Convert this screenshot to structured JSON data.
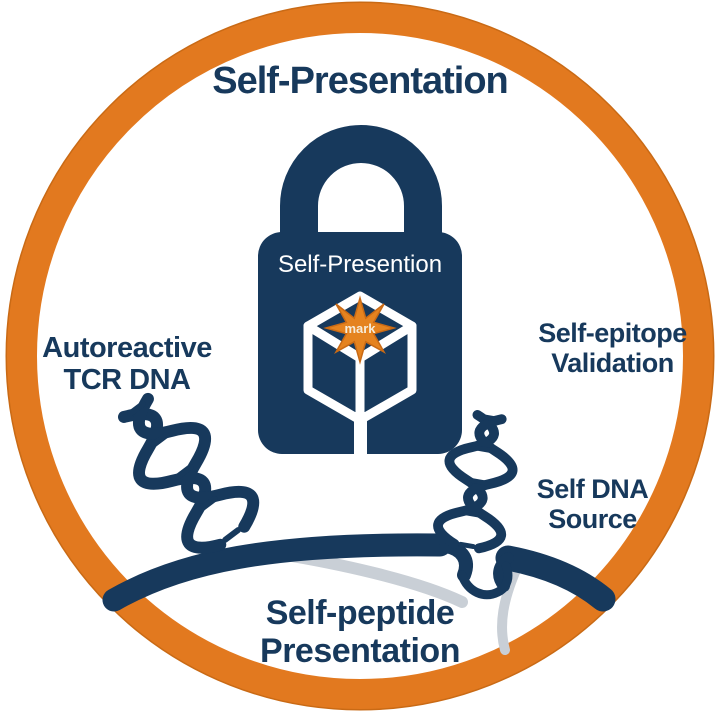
{
  "diagram": {
    "title": "Self-Presentation",
    "lock": {
      "label": "Self-Presention",
      "mark": "mark"
    },
    "left_label": {
      "line1": "Autoreactive",
      "line2": "TCR DNA"
    },
    "right_label": {
      "line1": "Self-epitope",
      "line2": "Validation"
    },
    "dna_source_label": {
      "line1": "Self DNA",
      "line2": "Source"
    },
    "bottom_label": {
      "line1": "Self-peptide",
      "line2": "Presentation"
    },
    "icons": {
      "outer-ring-icon": "orange circular border",
      "padlock-icon": "navy closed padlock",
      "cube-icon": "white wireframe isometric cube inside lock",
      "starburst-icon": "orange 8-point star labeled mark",
      "dna-helix-left-icon": "navy double helix on membrane (left)",
      "dna-helix-right-icon": "navy double helix entering membrane opening (right)",
      "cell-membrane-icon": "navy membrane arc with opening and gray shadows"
    }
  },
  "colors": {
    "navy": "#17395C",
    "orange": "#E2791F",
    "orange_dark": "#C96A15",
    "star_orange": "#E5831F",
    "gray": "#C9CFD6",
    "cream": "#F6ECD9",
    "white": "#FFFFFF"
  }
}
